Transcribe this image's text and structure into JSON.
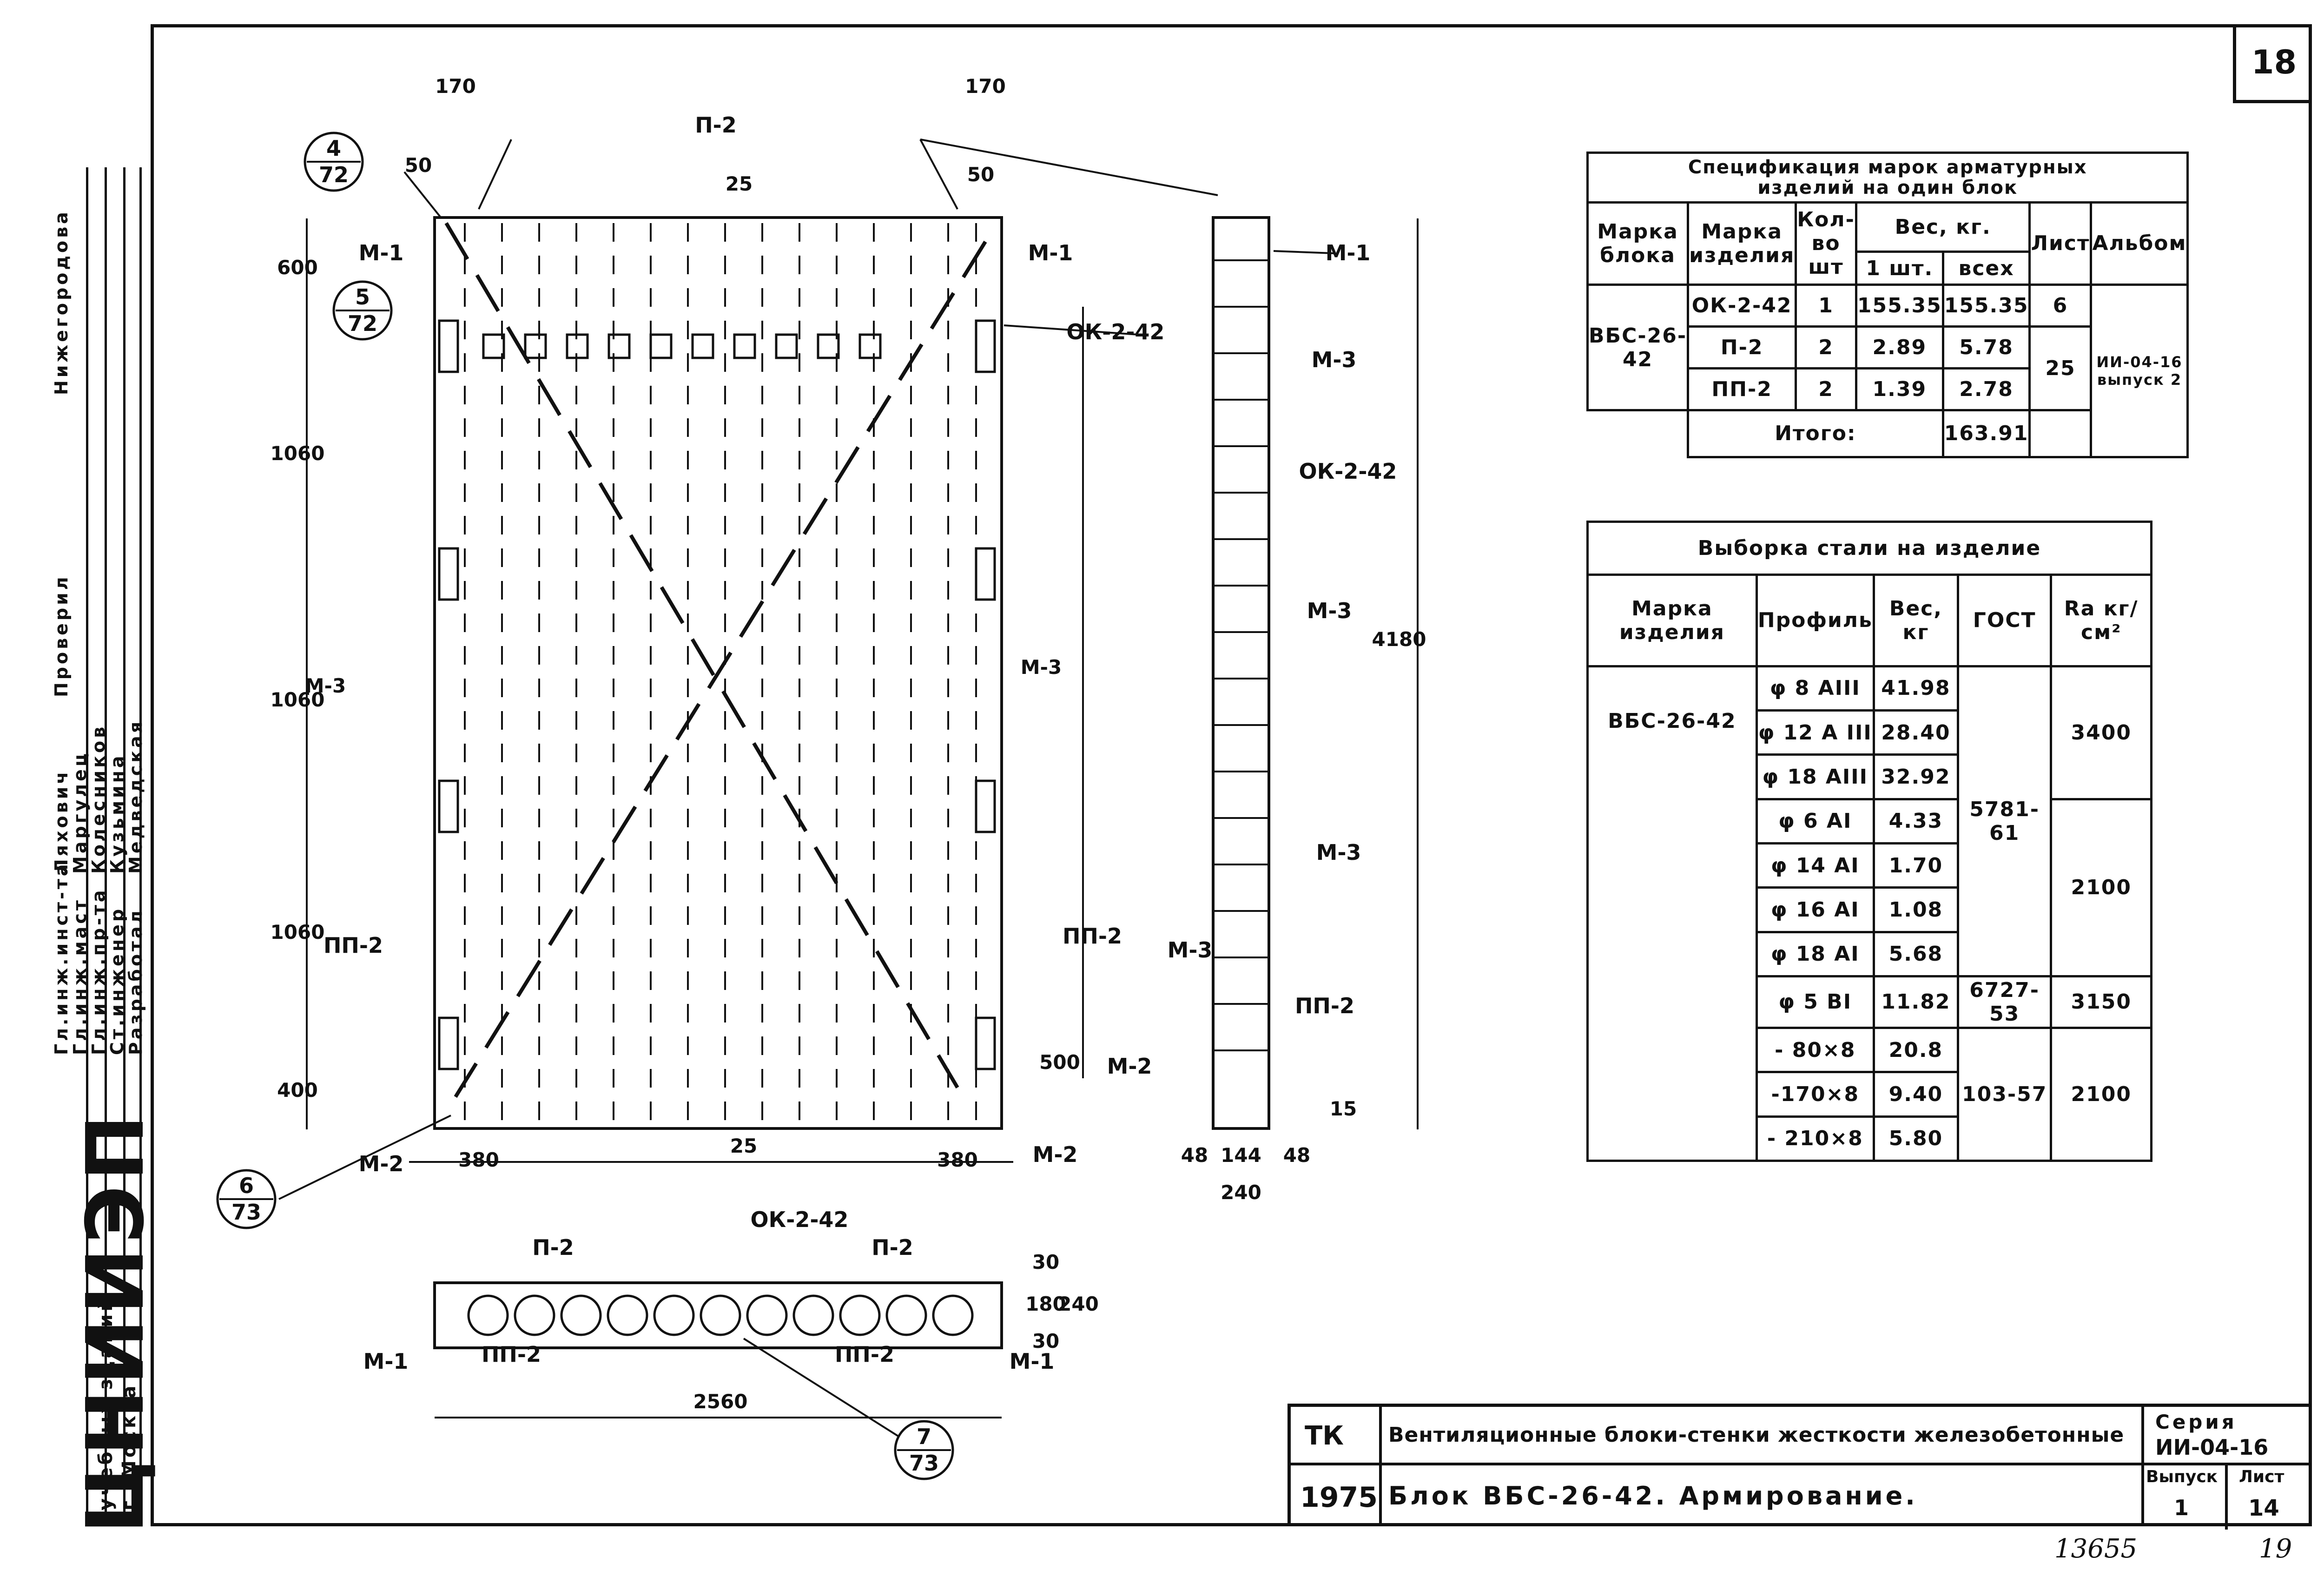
{
  "sheet_number": "18",
  "sidebar": {
    "org": "ЦНИИЭП",
    "org_sub1": "учебных зданий",
    "org_sub2": "г. Москва",
    "roles": [
      "Гл.инж.инст-та",
      "Гл.инж.маст",
      "Гл.инж.пр-та",
      "Ст.инженер",
      "Разработал"
    ],
    "names": [
      "Ляхович",
      "Маргулец",
      "Колесников",
      "Кузьмина",
      "Медведская"
    ],
    "checked_label": "Проверил",
    "checked_name": "Нижегородова"
  },
  "drawing": {
    "callouts": [
      {
        "num": "4",
        "den": "72"
      },
      {
        "num": "5",
        "den": "72"
      },
      {
        "num": "6",
        "den": "73"
      },
      {
        "num": "7",
        "den": "73"
      }
    ],
    "labels": {
      "p2_top": "П-2",
      "m1": "М-1",
      "m2": "М-2",
      "m3": "М-3",
      "ok": "ОК-2-42",
      "pp2": "ПП-2",
      "p2": "П-2"
    },
    "dims": {
      "d170": "170",
      "d50": "50",
      "d25": "25",
      "d600": "600",
      "d1060": "1060",
      "d400": "400",
      "d380": "380",
      "d500": "500",
      "d4180": "4180",
      "d48": "48",
      "d144": "144",
      "d240": "240",
      "d15": "15",
      "d2560": "2560",
      "d30": "30",
      "d180": "180"
    }
  },
  "spec_table": {
    "title_line1": "Спецификация марок арматурных",
    "title_line2": "изделий на один блок",
    "headers": {
      "block_mark": "Марка блока",
      "item_mark": "Марка изделия",
      "qty": "Кол-во шт",
      "weight": "Вес, кг.",
      "w_one": "1 шт.",
      "w_all": "всех",
      "sheet": "Лист",
      "album": "Альбом"
    },
    "block": "ВБС-26-42",
    "rows": [
      {
        "item": "ОК-2-42",
        "qty": "1",
        "w1": "155.35",
        "wall": "155.35",
        "sheet": "6"
      },
      {
        "item": "П-2",
        "qty": "2",
        "w1": "2.89",
        "wall": "5.78",
        "sheet": "25"
      },
      {
        "item": "ПП-2",
        "qty": "2",
        "w1": "1.39",
        "wall": "2.78",
        "sheet": ""
      }
    ],
    "total_label": "Итого:",
    "total": "163.91",
    "album_value": "ИИ-04-16 выпуск 2"
  },
  "steel_table": {
    "title": "Выборка стали на изделие",
    "headers": {
      "mark": "Марка изделия",
      "profile": "Профиль",
      "weight": "Вес, кг",
      "gost": "ГОСТ",
      "ra": "Rа кг/см²"
    },
    "mark": "ВБС-26-42",
    "rows": [
      {
        "profile": "φ 8 AIII",
        "weight": "41.98"
      },
      {
        "profile": "φ 12 A III",
        "weight": "28.40"
      },
      {
        "profile": "φ 18 AIII",
        "weight": "32.92"
      },
      {
        "profile": "φ 6 AI",
        "weight": "4.33"
      },
      {
        "profile": "φ 14 AI",
        "weight": "1.70"
      },
      {
        "profile": "φ 16 AI",
        "weight": "1.08"
      },
      {
        "profile": "φ 18 AI",
        "weight": "5.68"
      },
      {
        "profile": "φ 5 BI",
        "weight": "11.82"
      },
      {
        "profile": "- 80×8",
        "weight": "20.8"
      },
      {
        "profile": "-170×8",
        "weight": "9.40"
      },
      {
        "profile": "- 210×8",
        "weight": "5.80"
      }
    ],
    "gost_groups": [
      "5781-61",
      "6727-53",
      "103-57"
    ],
    "ra_groups": [
      "3400",
      "2100",
      "3150",
      "2100"
    ]
  },
  "title_block": {
    "tk": "ТК",
    "year": "1975",
    "title1": "Вентиляционные блоки-стенки жесткости железобетонные",
    "title2": "Блок ВБС-26-42. Армирование.",
    "series_label": "Серия",
    "series": "ИИ-04-16",
    "issue_label": "Выпуск",
    "issue": "1",
    "sheet_label": "Лист",
    "sheet": "14"
  },
  "footer": {
    "inv": "13655",
    "page": "19"
  }
}
